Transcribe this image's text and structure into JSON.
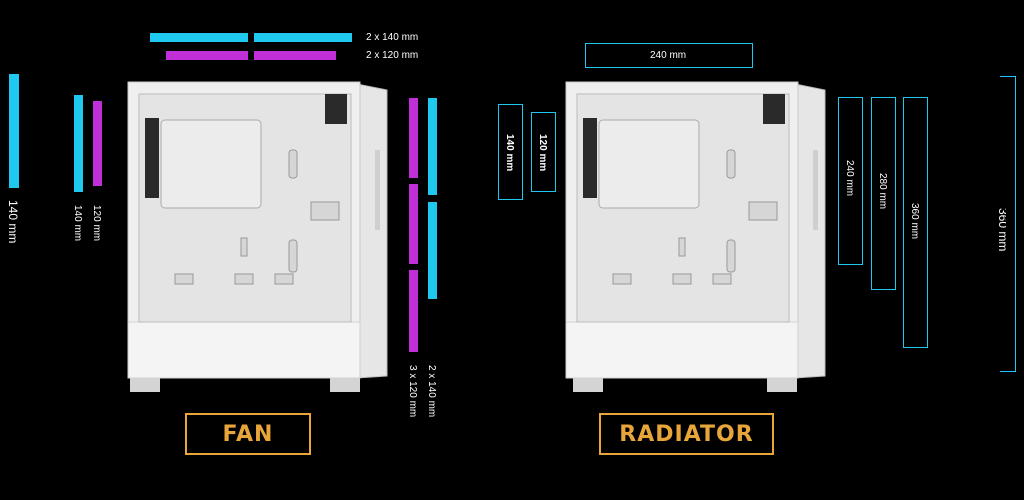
{
  "fan_panel": {
    "title": "FAN",
    "top_labels": [
      "2 x 140 mm",
      "2 x 120 mm"
    ],
    "left_labels": [
      "140 mm",
      "140 mm",
      "120 mm"
    ],
    "front_labels": [
      "2 x 140 mm",
      "3 x 120 mm"
    ]
  },
  "radiator_panel": {
    "title": "RADIATOR",
    "top_label": "240 mm",
    "rear_labels": [
      "140 mm",
      "120 mm"
    ],
    "front_labels": [
      "240 mm",
      "280 mm",
      "360 mm"
    ],
    "edge_label": "360 mm"
  },
  "colors": {
    "cyan": "#1ec8ef",
    "magenta": "#c12fd8",
    "gold": "#e8a63a"
  }
}
